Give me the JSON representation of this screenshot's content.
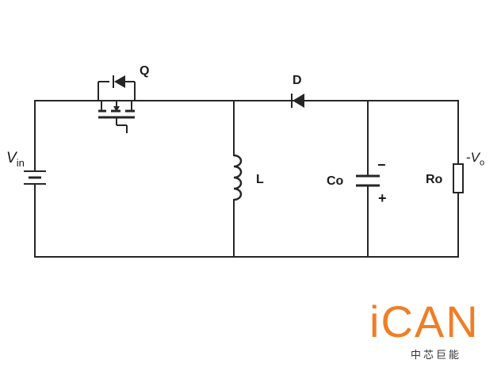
{
  "diagram": {
    "labels": {
      "vin_main": "V",
      "vin_sub": "in",
      "switch": "Q",
      "diode": "D",
      "inductor": "L",
      "capacitor": "Co",
      "resistor": "Ro",
      "vout_prefix": "-",
      "vout_main": "V",
      "vout_sub": "o",
      "cap_top_sign": "−",
      "cap_bottom_sign": "+"
    }
  },
  "logo": {
    "wordmark": "iCAN",
    "subtitle": "中芯巨能",
    "color": "#f07e26"
  },
  "colors": {
    "wire": "#262626",
    "background": "#ffffff"
  }
}
